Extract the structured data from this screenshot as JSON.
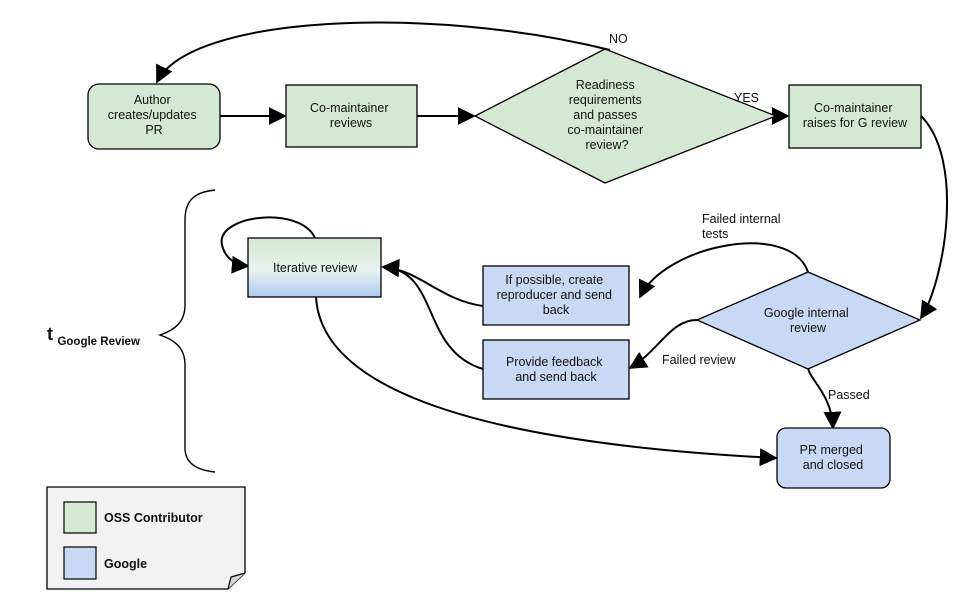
{
  "colors": {
    "oss": "#d5e8d4",
    "google": "#c9d8f5",
    "stroke": "#000000",
    "legend_bg": "#f2f2f2",
    "gradient_bottom": "#aecbf0"
  },
  "nodes": {
    "author": [
      "Author",
      "creates/updates",
      "PR"
    ],
    "co_reviews": [
      "Co-maintainer",
      "reviews"
    ],
    "readiness": [
      "Readiness",
      "requirements",
      "and passes",
      "co-maintainer",
      "review?"
    ],
    "g_raise": [
      "Co-maintainer",
      "raises for G review"
    ],
    "iterative": [
      "Iterative review"
    ],
    "repro": [
      "If possible, create",
      "reproducer and send",
      "back"
    ],
    "feedback": [
      "Provide feedback",
      "and send back"
    ],
    "google_internal": [
      "Google internal",
      "review"
    ],
    "merged": [
      "PR merged",
      "and closed"
    ]
  },
  "edge_labels": {
    "no": "NO",
    "yes": "YES",
    "failed_tests": [
      "Failed internal",
      "tests"
    ],
    "failed_review": "Failed review",
    "passed": "Passed"
  },
  "brace_label": {
    "main": "t",
    "sub": "Google Review"
  },
  "legend": {
    "oss_label": "OSS Contributor",
    "google_label": "Google"
  }
}
